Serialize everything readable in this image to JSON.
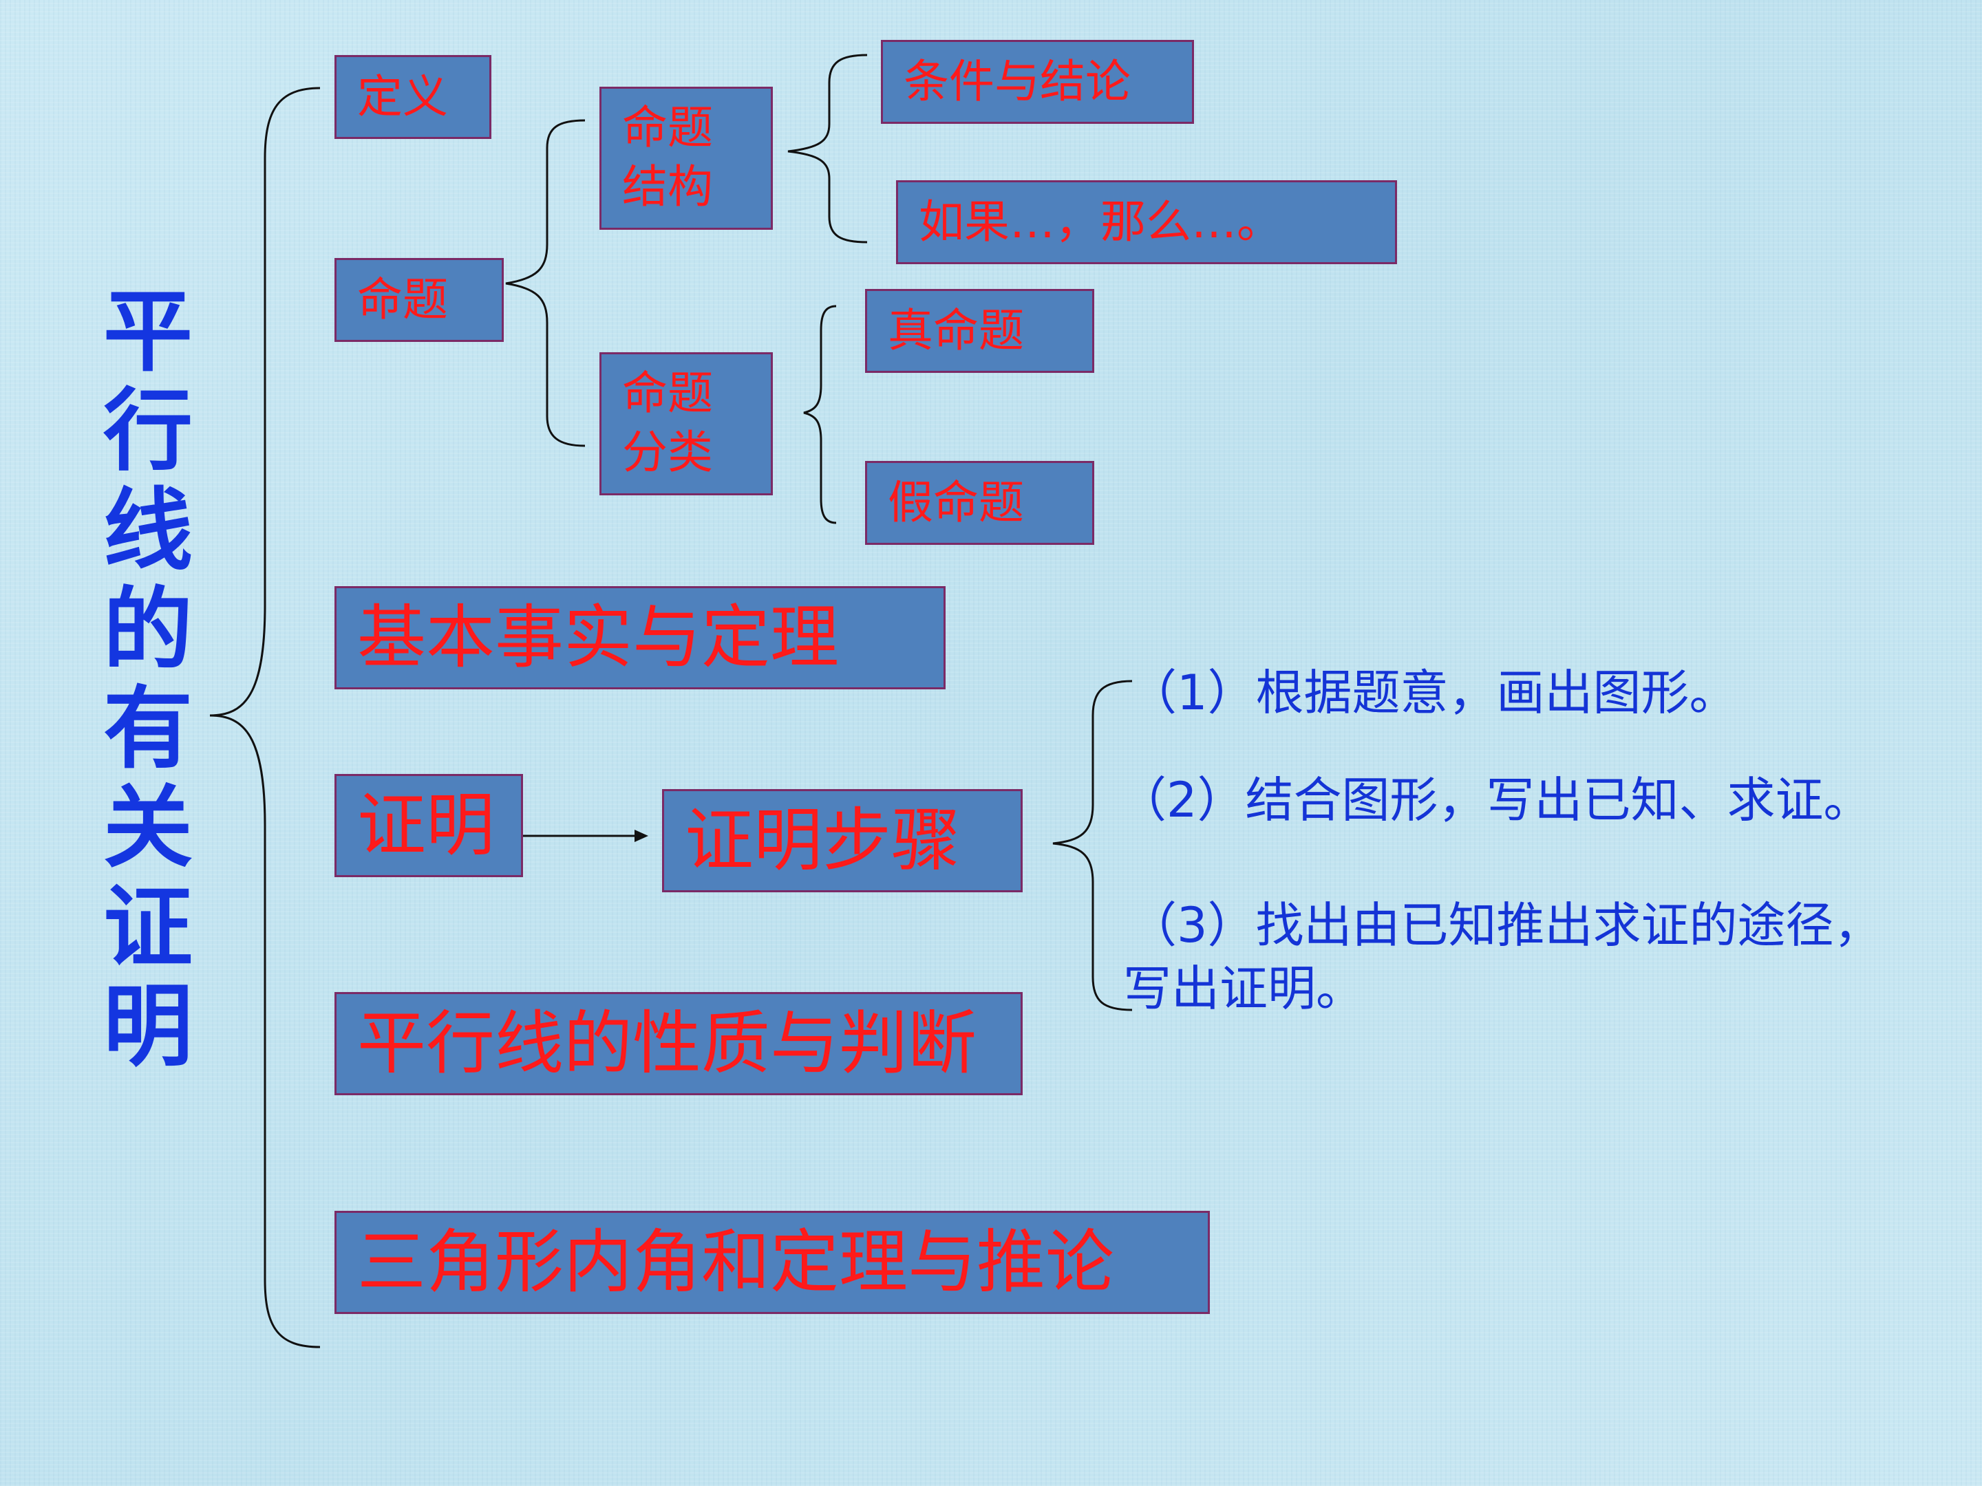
{
  "title": "平行线的有关证明",
  "boxes": {
    "definition": "定义",
    "proposition": "命题",
    "prop_structure": "命题\n结构",
    "cond_conclusion": "条件与结论",
    "if_then": "如果…，那么…。",
    "prop_classification": "命题\n分类",
    "true_prop": "真命题",
    "false_prop": "假命题",
    "facts_theorems": "基本事实与定理",
    "proof": "证明",
    "proof_steps": "证明步骤",
    "parallel_props": "平行线的性质与判断",
    "triangle_theorem": "三角形内角和定理与推论"
  },
  "steps": [
    "（1）根据题意，画出图形。",
    "（2）结合图形，写出已知、求证。",
    "（3）找出由已知推出求证的途径，",
    "写出证明。"
  ],
  "colors": {
    "box_fill": "#4f81bd",
    "box_border": "#7b2a66",
    "box_text": "#ff1a1a",
    "title_text": "#1436e0",
    "step_text": "#1434d6"
  }
}
